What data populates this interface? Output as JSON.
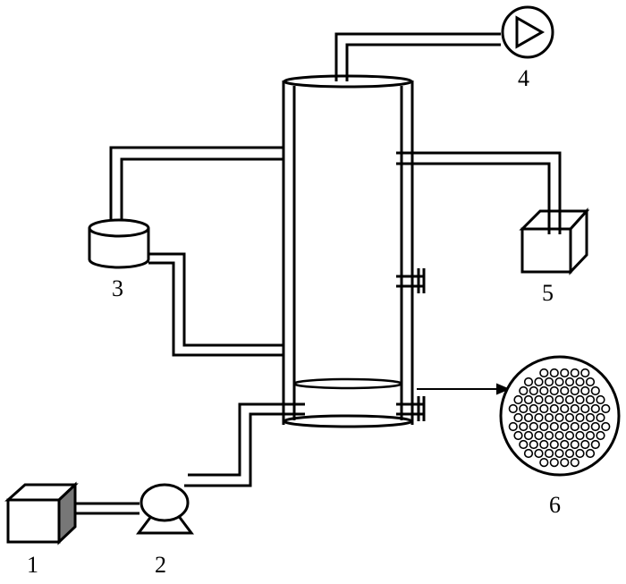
{
  "diagram": {
    "colors": {
      "stroke": "#000000",
      "fill": "#ffffff",
      "shade": "#777777"
    },
    "components": [
      {
        "id": "1",
        "label": "1",
        "icon": "box-icon"
      },
      {
        "id": "2",
        "label": "2",
        "icon": "pump-icon"
      },
      {
        "id": "3",
        "label": "3",
        "icon": "cylinder-tank-icon"
      },
      {
        "id": "4",
        "label": "4",
        "icon": "fan-arrow-icon"
      },
      {
        "id": "5",
        "label": "5",
        "icon": "box-icon"
      },
      {
        "id": "6",
        "label": "6",
        "icon": "perforated-plate-icon"
      }
    ]
  }
}
